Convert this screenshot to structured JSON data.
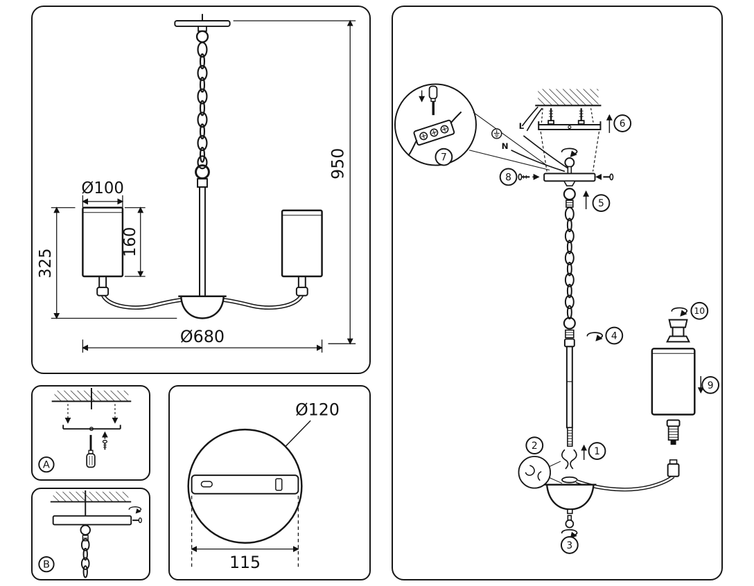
{
  "dimensions_panel": {
    "shade_diameter": "Ø100",
    "shade_height": "160",
    "fixture_body_height": "325",
    "overall_height": "950",
    "fixture_diameter": "Ø680"
  },
  "mounting_panel_a": {
    "label": "A"
  },
  "mounting_panel_b": {
    "label": "B"
  },
  "canopy_panel": {
    "canopy_diameter": "Ø120",
    "bracket_width": "115"
  },
  "assembly_panel": {
    "wire_live_label": "L",
    "wire_neutral_label": "N",
    "steps": [
      "1",
      "2",
      "3",
      "4",
      "5",
      "6",
      "7",
      "8",
      "9",
      "10"
    ]
  }
}
